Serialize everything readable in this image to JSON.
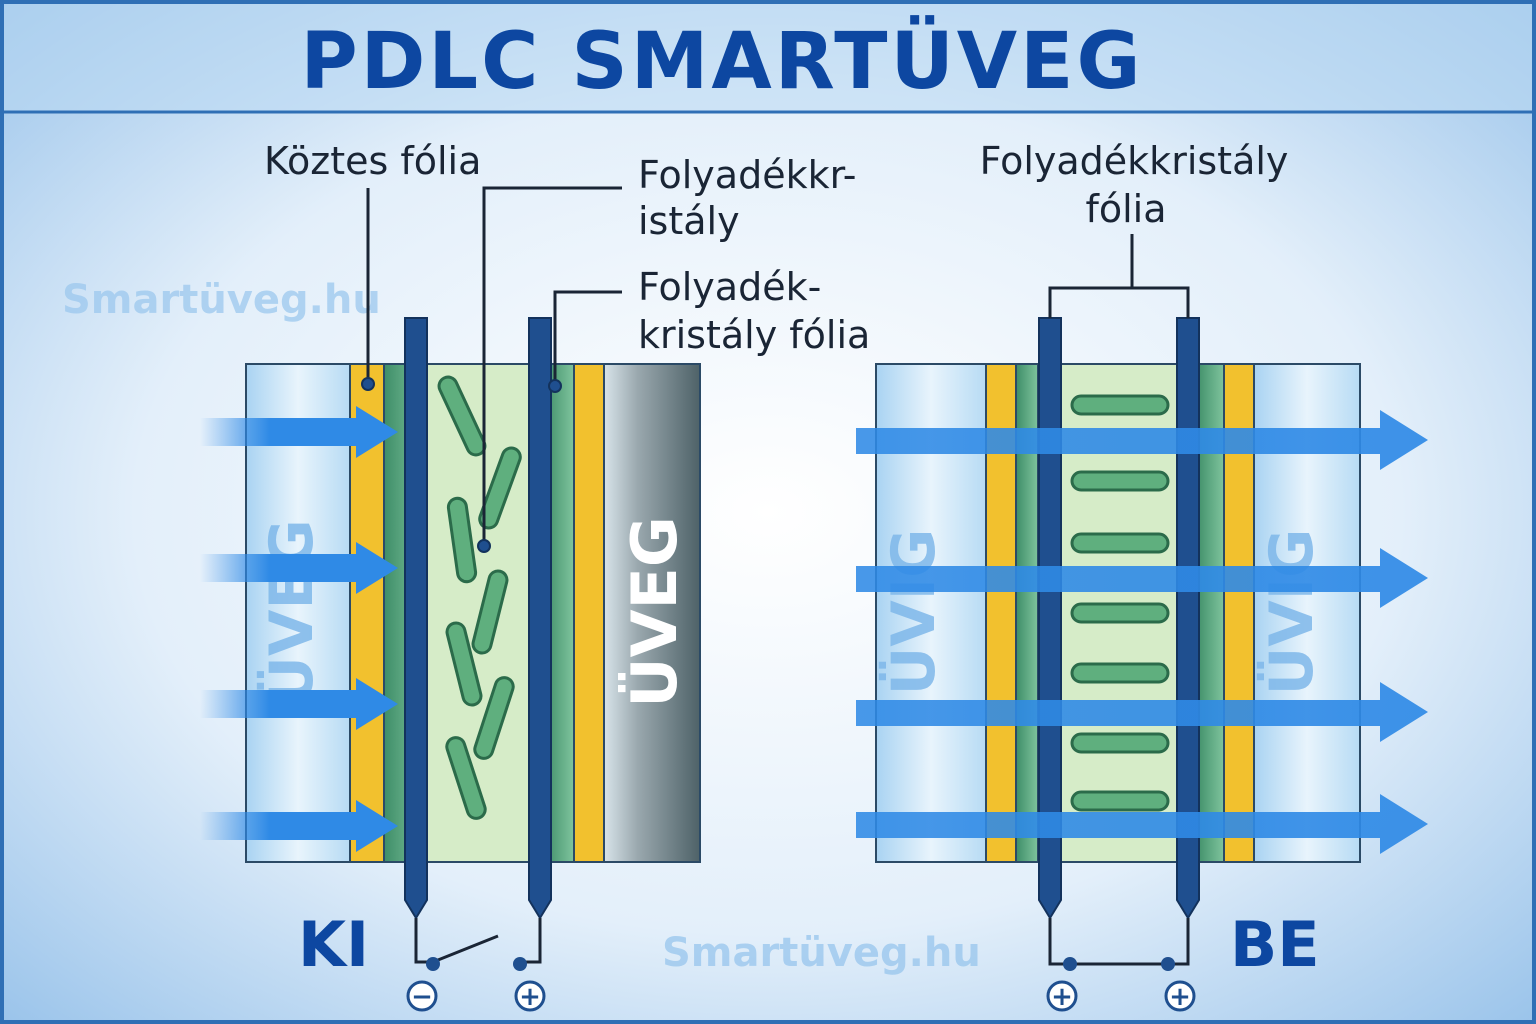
{
  "title": "PDLC SMARTÜVEG",
  "watermark": "Smartüveg.hu",
  "labels": {
    "interlayer": "Köztes fólia",
    "liquid_crystal_1": "Folyadékkr-",
    "liquid_crystal_2": "istály",
    "lc_film_1": "Folyadék-",
    "lc_film_2": "kristály fólia",
    "right_lc_film_1": "Folyadékkristály",
    "right_lc_film_2": "fólia"
  },
  "glass_labels": {
    "left_outer": "ÜVEG",
    "left_inner": "ÜVEG",
    "right_left": "ÜVIG",
    "right_right": "ÜVIG"
  },
  "states": {
    "off": "KI",
    "on": "BE"
  },
  "terminals": {
    "off_left": "−",
    "off_right": "+",
    "on_left": "+",
    "on_right": "+"
  },
  "colors": {
    "title": "#0d47a1",
    "frame": "#2f6fb5",
    "electrode": "#1f4f8f",
    "interlayer": "#f2c12e",
    "film": "#4f9c77",
    "crystal": "#5faf7e",
    "light_arrow": "#2f8ae6"
  }
}
